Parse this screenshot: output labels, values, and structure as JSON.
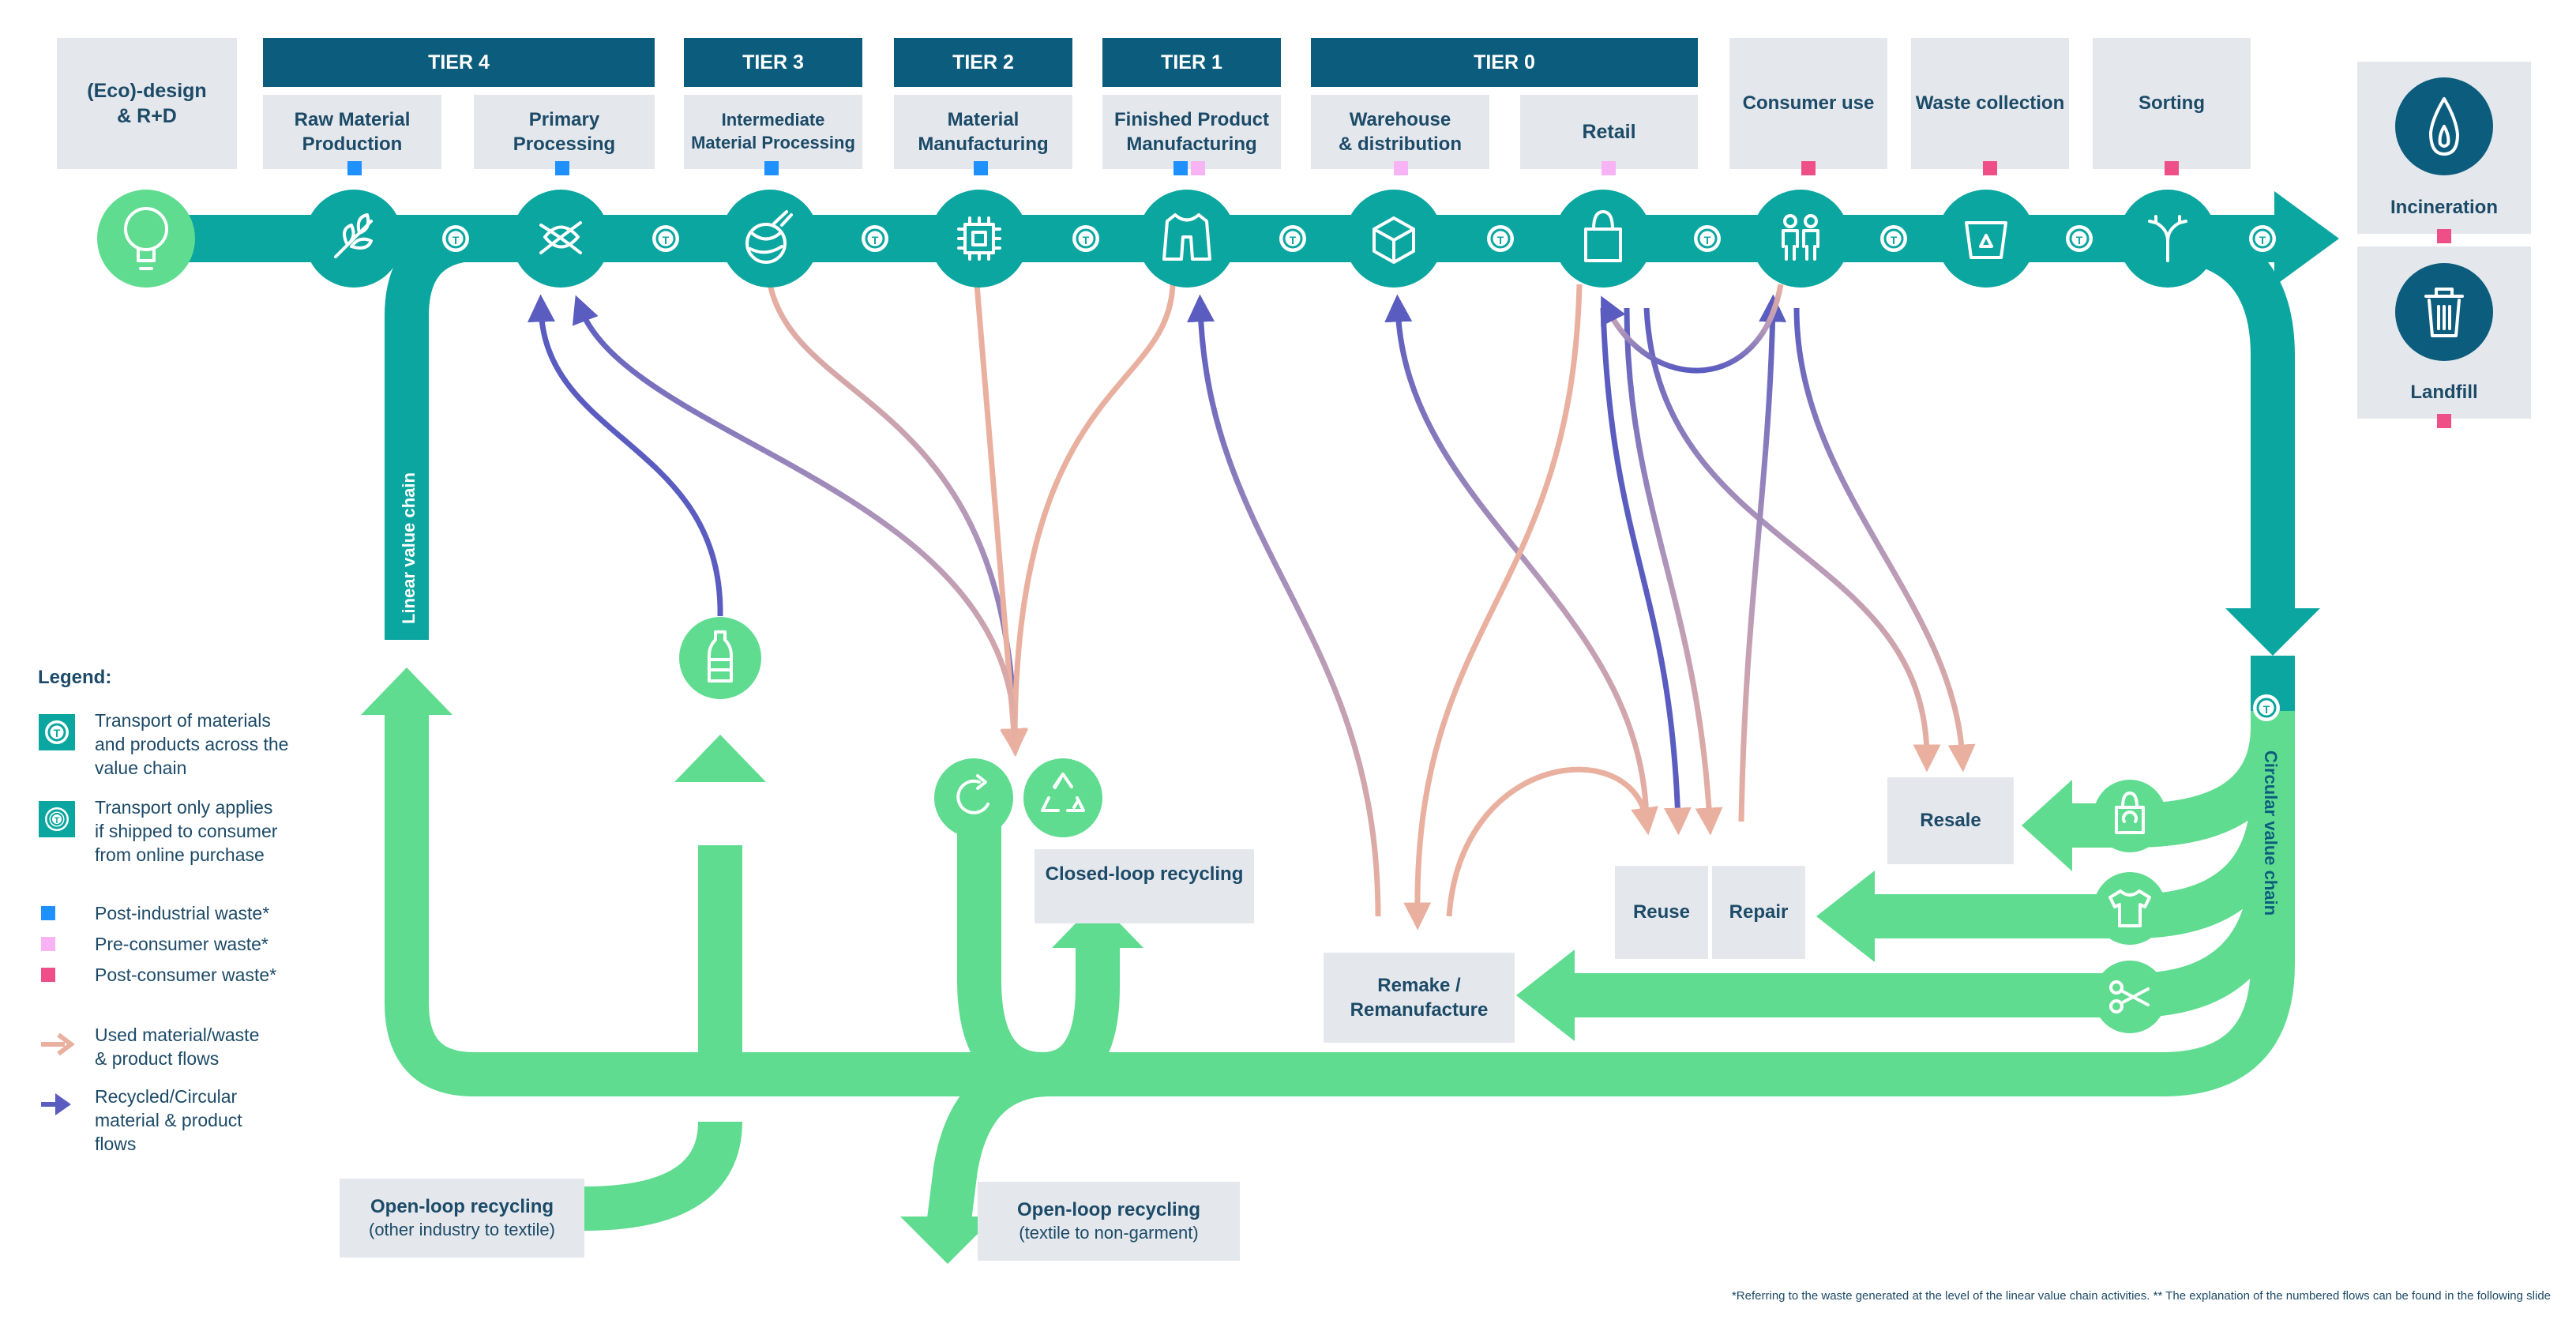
{
  "stages_top": {
    "eco_design": "(Eco)-design\n& R+D",
    "raw_material": "Raw Material\nProduction",
    "primary_processing": "Primary\nProcessing",
    "intermediate": "Intermediate\nMaterial Processing",
    "material_manufacturing": "Material\nManufacturing",
    "finished_product": "Finished Product\nManufacturing",
    "warehouse": "Warehouse\n& distribution",
    "retail": "Retail",
    "consumer_use": "Consumer use",
    "waste_collection": "Waste collection",
    "sorting": "Sorting",
    "incineration": "Incineration",
    "landfill": "Landfill"
  },
  "tiers": {
    "tier4": "TIER 4",
    "tier3": "TIER 3",
    "tier2": "TIER 2",
    "tier1": "TIER 1",
    "tier0": "TIER 0"
  },
  "chain_labels": {
    "linear": "Linear value chain",
    "circular": "Circular value chain"
  },
  "transport_marker": "T",
  "bottom_boxes": {
    "resale": "Resale",
    "reuse": "Reuse",
    "repair": "Repair",
    "remake": "Remake /\nRemanufacture",
    "closed_loop": "Closed-loop recycling",
    "open_loop_left_title": "Open-loop recycling",
    "open_loop_left_sub": "(other industry to textile)",
    "open_loop_right_title": "Open-loop recycling",
    "open_loop_right_sub": "(textile to non-garment)"
  },
  "legend": {
    "title": "Legend:",
    "transport": "Transport of materials\nand products across the\nvalue chain",
    "transport_online": "Transport only applies\nif shipped to consumer\nfrom online purchase",
    "post_industrial": "Post-industrial waste*",
    "pre_consumer": "Pre-consumer waste*",
    "post_consumer": "Post-consumer waste*",
    "used_material": "Used material/waste\n& product flows",
    "recycled": "Recycled/Circular\nmaterial & product\nflows"
  },
  "footnote": "*Referring to the waste generated at the level of the linear value chain activities. ** The explanation of the numbered flows can be found in the following slide",
  "colors": {
    "teal": "#0ba6a0",
    "dark_teal": "#0c5d7d",
    "green": "#5fdc8f",
    "box_bg": "#e4e8ed",
    "text": "#1c4a67",
    "post_industrial": "#1e90ff",
    "pre_consumer": "#f7b3f3",
    "post_consumer": "#ee4f86",
    "used_flow": "#e9b0a0",
    "recycled_flow": "#5a5cc0"
  }
}
